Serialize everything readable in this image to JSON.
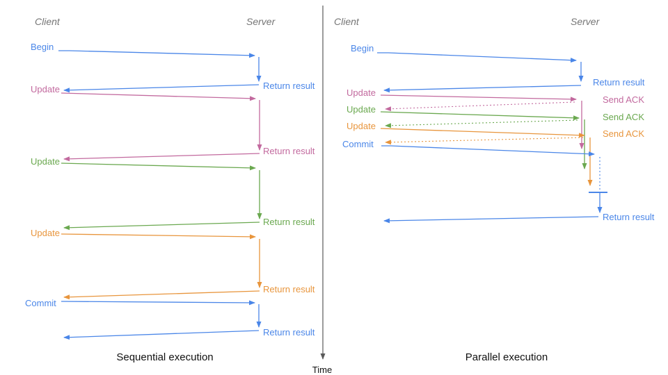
{
  "colors": {
    "blue": "#4a86e8",
    "pink": "#c2699e",
    "green": "#6aa84f",
    "orange": "#e8953c",
    "header": "#757575",
    "caption": "#111111",
    "axis": "#595959"
  },
  "time_axis": {
    "label": "Time"
  },
  "sequential": {
    "client_header": "Client",
    "server_header": "Server",
    "caption": "Sequential execution",
    "messages": [
      {
        "label": "Begin",
        "response": "Return result"
      },
      {
        "label": "Update",
        "response": "Return result"
      },
      {
        "label": "Update",
        "response": "Return result"
      },
      {
        "label": "Update",
        "response": "Return result"
      },
      {
        "label": "Commit",
        "response": "Return result"
      }
    ]
  },
  "parallel": {
    "client_header": "Client",
    "server_header": "Server",
    "caption": "Parallel execution",
    "messages": [
      {
        "label": "Begin",
        "response": "Return result"
      },
      {
        "label": "Update",
        "response": "Send ACK"
      },
      {
        "label": "Update",
        "response": "Send ACK"
      },
      {
        "label": "Update",
        "response": "Send ACK"
      },
      {
        "label": "Commit",
        "response": "Return result"
      }
    ]
  }
}
